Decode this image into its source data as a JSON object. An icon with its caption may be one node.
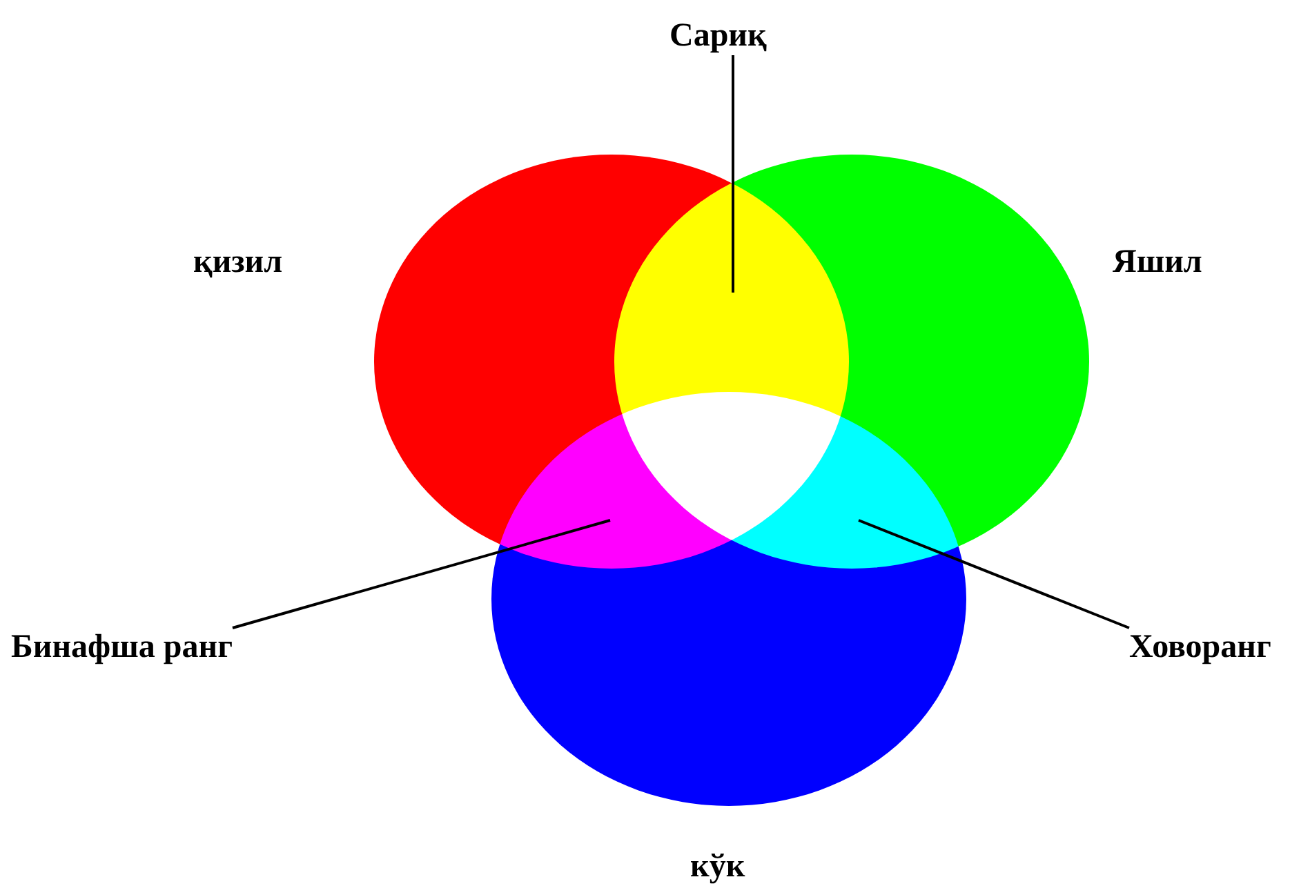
{
  "diagram": {
    "nodes": [
      {
        "text": [
          "Сариқ"
        ]
      },
      {
        "text": [
          "Бинафша ранг"
        ]
      },
      {
        "text": [
          "Ховоранг"
        ]
      }
    ],
    "edges": [
      {
        "from": 0,
        "to": null,
        "arrow": "none"
      },
      {
        "from": 1,
        "to": null,
        "arrow": "none"
      },
      {
        "from": 2,
        "to": null,
        "arrow": "none"
      }
    ],
    "labels": [
      "қизил",
      "Яшил",
      "кўк"
    ]
  }
}
